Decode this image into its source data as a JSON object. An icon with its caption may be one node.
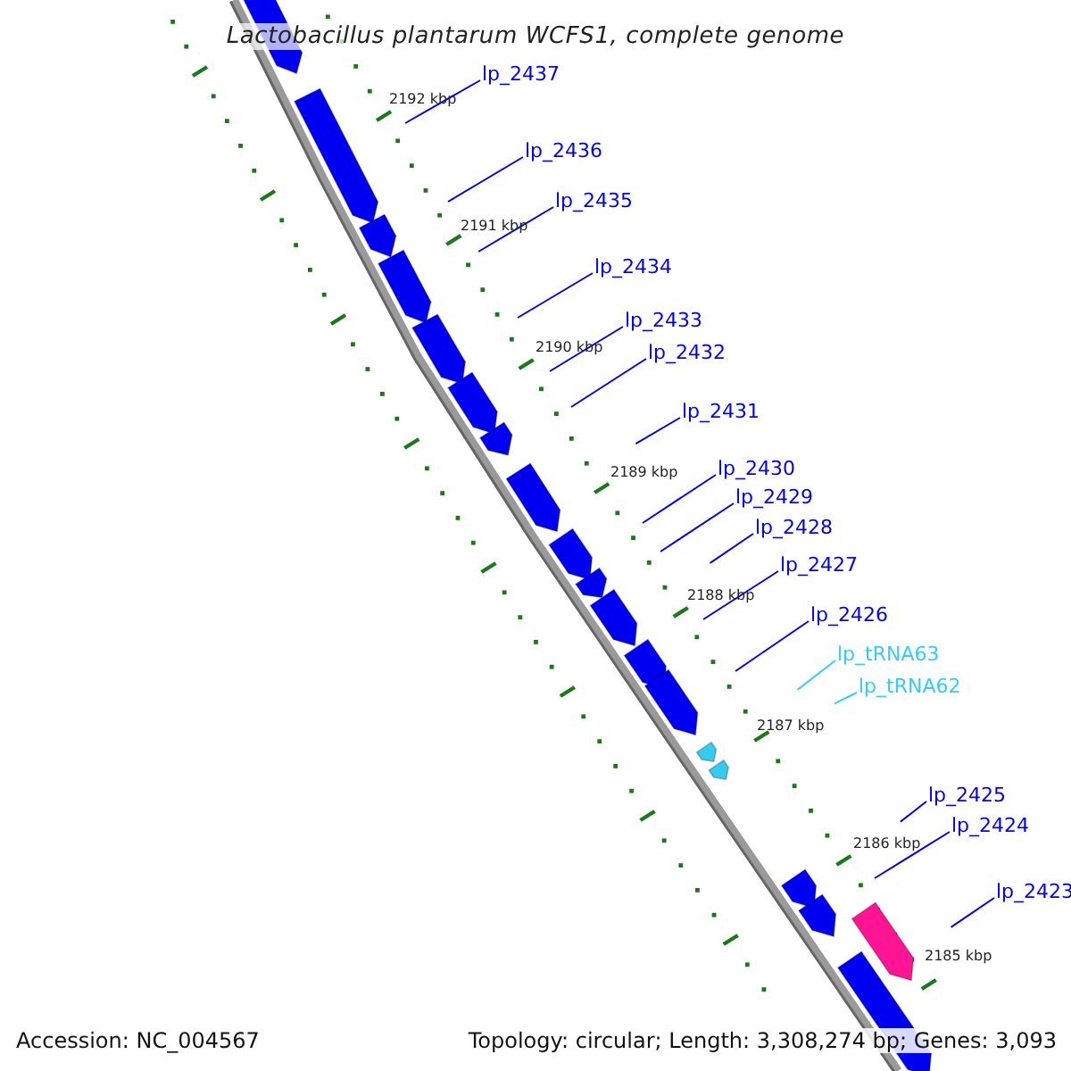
{
  "diagram": {
    "title": "Lactobacillus plantarum WCFS1, complete genome",
    "nodes": [
      {
        "text": [
          "lp_2437"
        ]
      },
      {
        "text": [
          "lp_2436"
        ]
      },
      {
        "text": [
          "lp_2435"
        ]
      },
      {
        "text": [
          "lp_2434"
        ]
      },
      {
        "text": [
          "lp_2433"
        ]
      },
      {
        "text": [
          "lp_2432"
        ]
      },
      {
        "text": [
          "lp_2431"
        ]
      },
      {
        "text": [
          "lp_2430"
        ]
      },
      {
        "text": [
          "lp_2429"
        ]
      },
      {
        "text": [
          "lp_2428"
        ]
      },
      {
        "text": [
          "lp_2427"
        ]
      },
      {
        "text": [
          "lp_2426"
        ]
      },
      {
        "text": [
          "lp_tRNA63"
        ]
      },
      {
        "text": [
          "lp_tRNA62"
        ]
      },
      {
        "text": [
          "lp_2425"
        ]
      },
      {
        "text": [
          "lp_2424"
        ]
      },
      {
        "text": [
          "lp_2423"
        ]
      }
    ],
    "edges": [
      {
        "from": 0,
        "to": null,
        "arrow": "none"
      },
      {
        "from": 1,
        "to": null,
        "arrow": "none"
      },
      {
        "from": 2,
        "to": null,
        "arrow": "none"
      },
      {
        "from": 3,
        "to": null,
        "arrow": "none"
      },
      {
        "from": 4,
        "to": null,
        "arrow": "none"
      },
      {
        "from": 5,
        "to": null,
        "arrow": "none"
      },
      {
        "from": 6,
        "to": null,
        "arrow": "none"
      },
      {
        "from": 7,
        "to": null,
        "arrow": "none"
      },
      {
        "from": 8,
        "to": null,
        "arrow": "none"
      },
      {
        "from": 9,
        "to": null,
        "arrow": "none"
      },
      {
        "from": 10,
        "to": null,
        "arrow": "none"
      },
      {
        "from": 11,
        "to": null,
        "arrow": "none"
      },
      {
        "from": 12,
        "to": null,
        "arrow": "none",
        "color": "#33ccff"
      },
      {
        "from": 13,
        "to": null,
        "arrow": "none",
        "color": "#33ccff"
      },
      {
        "from": 14,
        "to": null,
        "arrow": "none"
      },
      {
        "from": 15,
        "to": null,
        "arrow": "none"
      },
      {
        "from": 16,
        "to": null,
        "arrow": "none"
      }
    ],
    "labels": [
      "2192 kbp",
      "2191 kbp",
      "2190 kbp",
      "2189 kbp",
      "2188 kbp",
      "2187 kbp",
      "2186 kbp",
      "2185 kbp",
      "Accession: NC_004567",
      "Topology: circular; Length: 3,308,274 bp; Genes: 3,093"
    ]
  }
}
